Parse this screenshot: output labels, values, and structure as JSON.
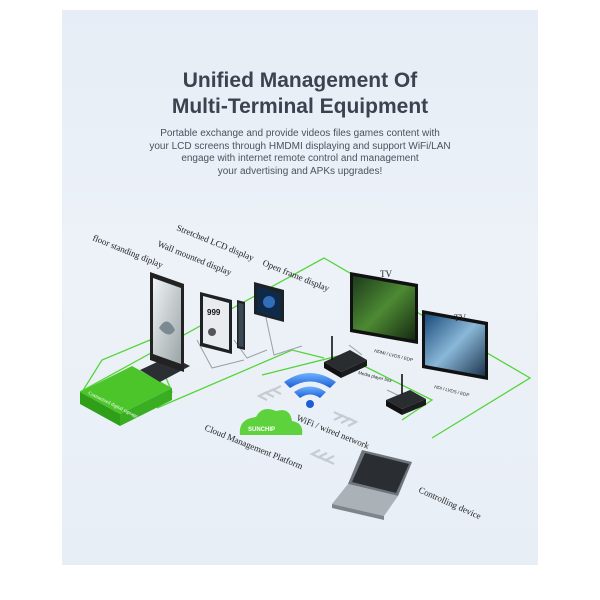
{
  "title_lines": [
    "Unified Management Of",
    "Multi-Terminal Equipment"
  ],
  "description_lines": [
    "Portable exchange and provide videos files  games content with",
    "your LCD screens through HMDMI displaying and support WiFi/LAN",
    "engage with internet remote control and management",
    "your advertising and APKs upgrades!"
  ],
  "labels": {
    "floor_standing": "floor standing diplay",
    "wall_mounted": "Wall mounted display",
    "stretched": "Stretched LCD display",
    "open_frame": "Open frame display",
    "tv1": "TV",
    "tv2": "TV",
    "hdmi1": "HDMI / LVDS / EDP",
    "hdmi2": "HDI / LVDS / EDP",
    "media_player": "Media player box",
    "customized": "Customized digital signage",
    "wifi": "WiFi / wired network",
    "cloud": "Cloud Management Platform",
    "cloud_brand": "SUNCHIP",
    "controlling": "Controlling device",
    "wall_display_number": "999"
  },
  "colors": {
    "green": "#54d43a",
    "platform_green": "#4cc52a",
    "title": "#3b4350",
    "text": "#4a5260"
  }
}
